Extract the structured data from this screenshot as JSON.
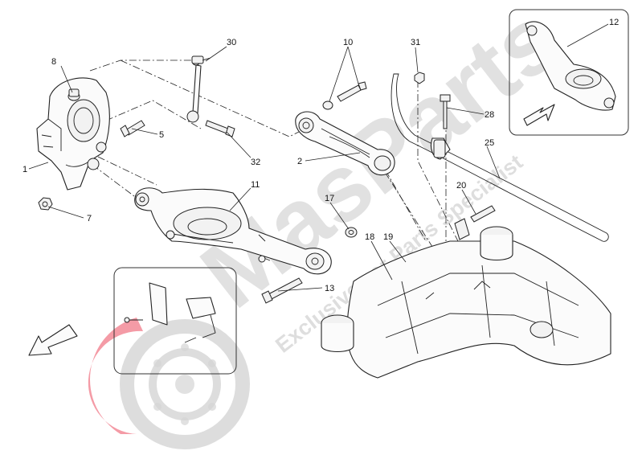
{
  "watermark": {
    "brand": "MasParts",
    "tagline": "Exclusive car Parts Specialist"
  },
  "callouts": [
    {
      "id": "c1",
      "text": "1"
    },
    {
      "id": "c2",
      "text": "2"
    },
    {
      "id": "c5",
      "text": "5"
    },
    {
      "id": "c7",
      "text": "7"
    },
    {
      "id": "c8",
      "text": "8"
    },
    {
      "id": "c10",
      "text": "10"
    },
    {
      "id": "c11",
      "text": "11"
    },
    {
      "id": "c12",
      "text": "12"
    },
    {
      "id": "c13",
      "text": "13"
    },
    {
      "id": "c17",
      "text": "17"
    },
    {
      "id": "c18",
      "text": "18"
    },
    {
      "id": "c19",
      "text": "19"
    },
    {
      "id": "c20",
      "text": "20"
    },
    {
      "id": "c25",
      "text": "25"
    },
    {
      "id": "c28",
      "text": "28"
    },
    {
      "id": "c30",
      "text": "30"
    },
    {
      "id": "c31",
      "text": "31"
    },
    {
      "id": "c32",
      "text": "32"
    }
  ]
}
